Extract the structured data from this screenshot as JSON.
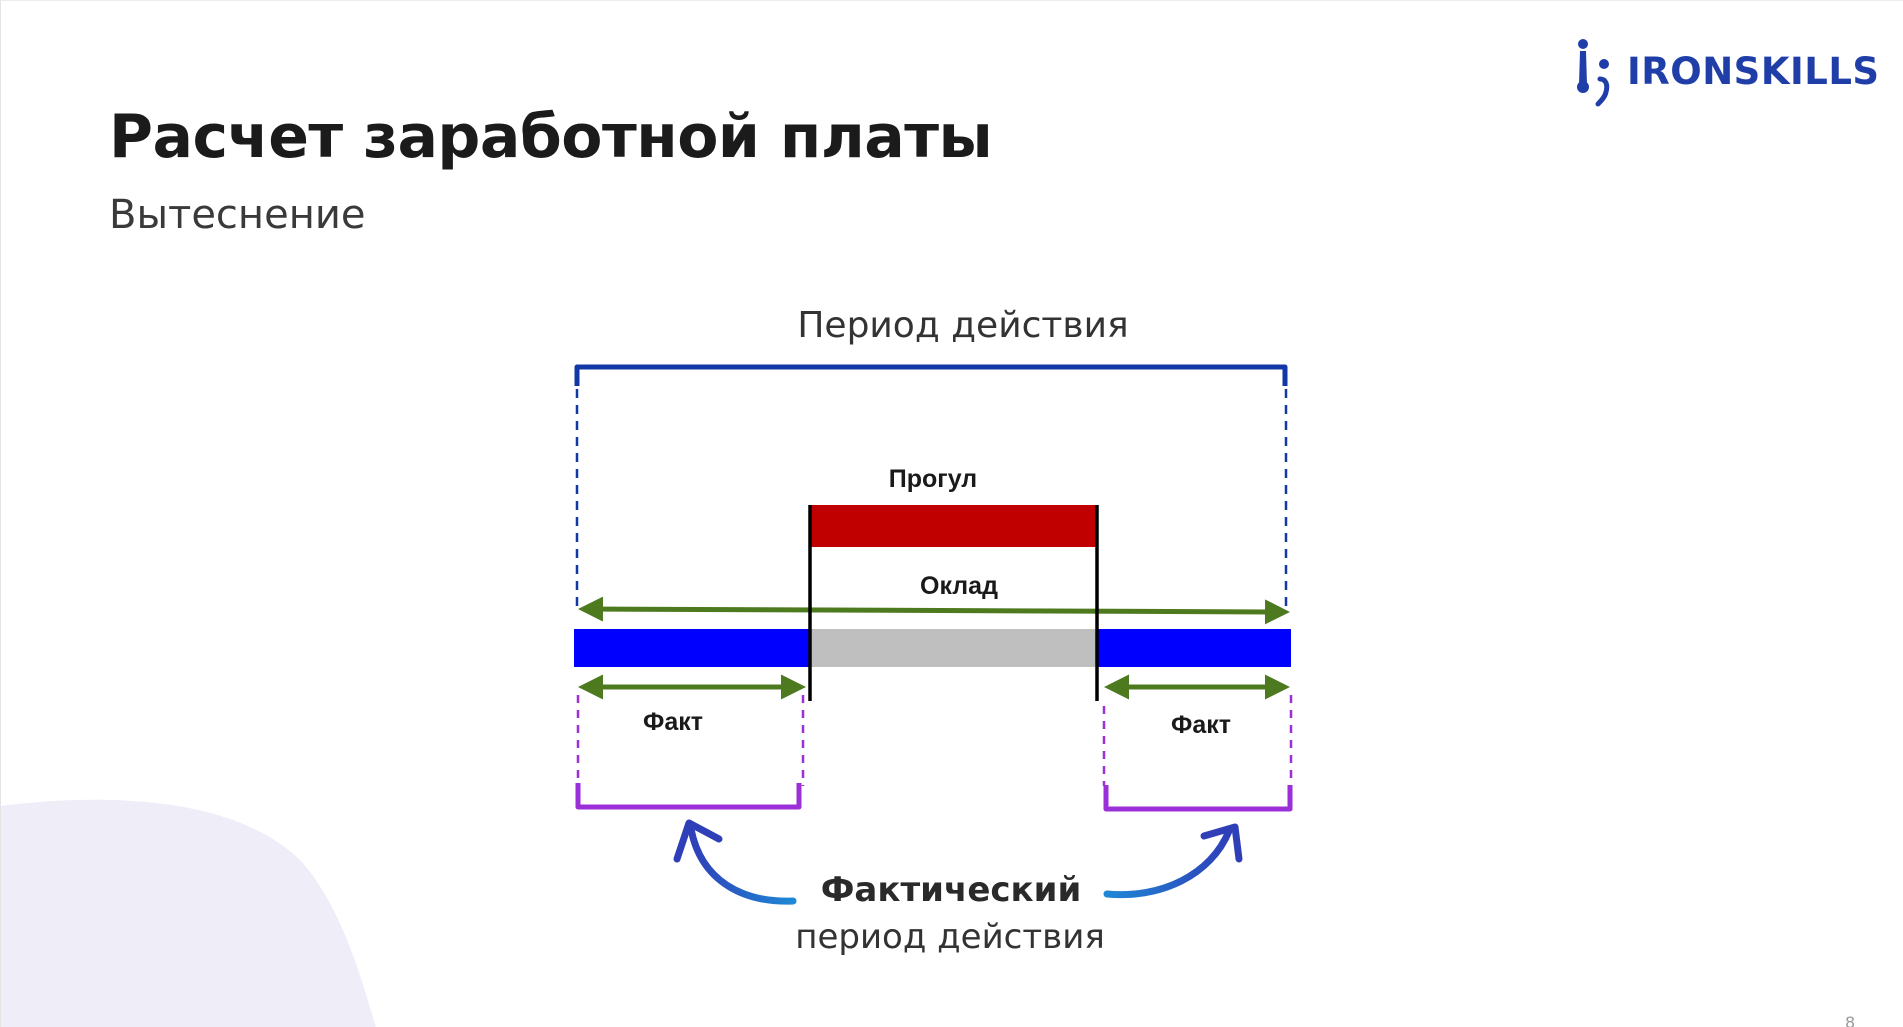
{
  "slide": {
    "title": "Расчет заработной платы",
    "subtitle": "Вытеснение",
    "page_number": "8"
  },
  "logo": {
    "text": "IRONSKILLS",
    "icon": "ironskills-mark-icon",
    "color": "#1f3ea8"
  },
  "diagram": {
    "period_label": "Период действия",
    "absence_label": "Прогул",
    "salary_label": "Оклад",
    "fact_left_label": "Факт",
    "fact_right_label": "Факт",
    "actual_period_bold": "Фактический",
    "actual_period_rest": "период действия",
    "colors": {
      "period_bracket": "#1238a6",
      "absence_bar": "#c00000",
      "salary_bar": "#0000ff",
      "salary_gap": "#bfbfbf",
      "arrows": "#4d7a1f",
      "fact_bracket": "#9b2fd8",
      "curved_arrows": "#2f3fb8",
      "background_blob": "#eeedf8"
    }
  }
}
